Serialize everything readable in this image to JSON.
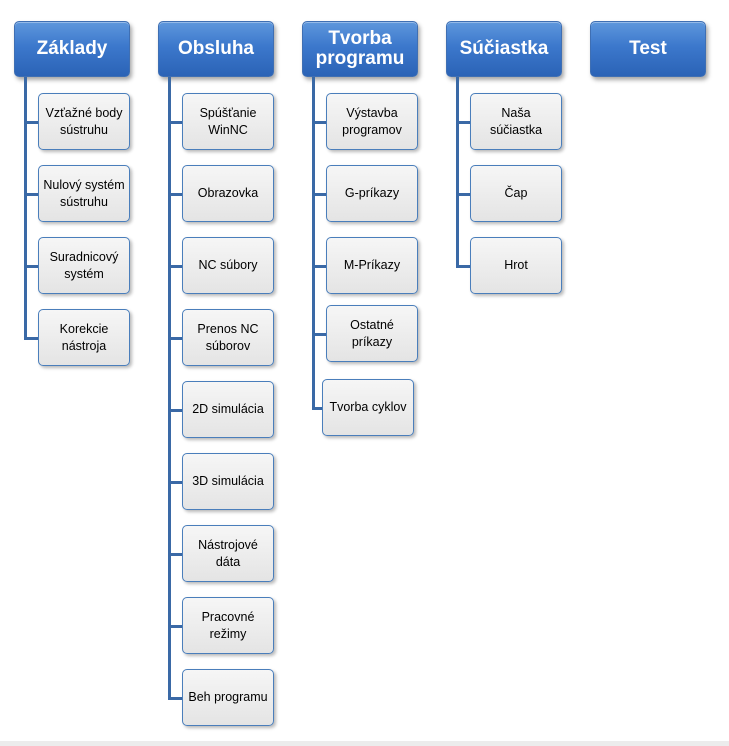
{
  "menu": {
    "columns": [
      {
        "title": "Základy",
        "items": [
          "Vzťažné body sústruhu",
          "Nulový systém sústruhu",
          "Suradnicový systém",
          "Korekcie nástroja"
        ]
      },
      {
        "title": "Obsluha",
        "items": [
          "Spúšťanie WinNC",
          "Obrazovka",
          "NC súbory",
          "Prenos NC súborov",
          "2D simulácia",
          "3D simulácia",
          "Nástrojové dáta",
          "Pracovné režimy",
          "Beh programu"
        ]
      },
      {
        "title": "Tvorba programu",
        "items": [
          "Výstavba programov",
          "G-príkazy",
          "M-Príkazy",
          "Ostatné príkazy",
          "Tvorba cyklov"
        ]
      },
      {
        "title": "Súčiastka",
        "items": [
          "Naša súčiastka",
          "Čap",
          "Hrot"
        ]
      },
      {
        "title": "Test",
        "items": []
      }
    ]
  },
  "colors": {
    "header_top": "#5e97dc",
    "header_bottom": "#2b63b6",
    "connector": "#3a69a6",
    "item_border": "#4a7ebb",
    "item_fill": "#eeeeee"
  }
}
